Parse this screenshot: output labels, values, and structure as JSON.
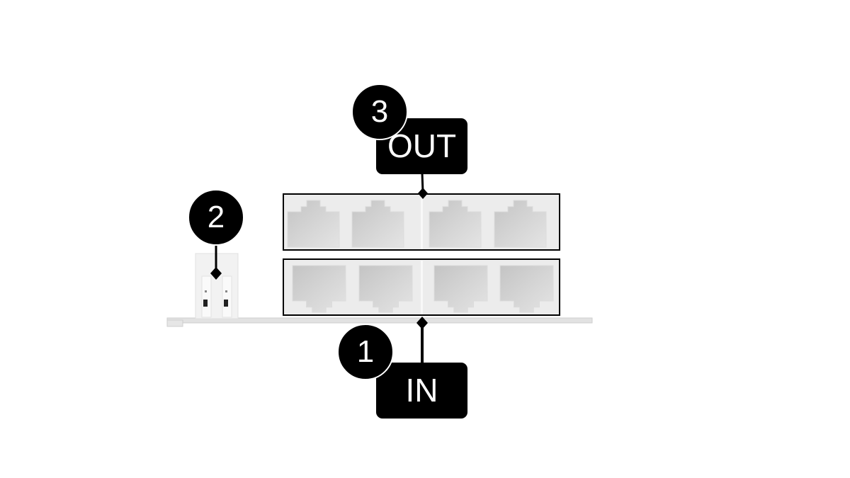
{
  "callouts": {
    "out": {
      "number": "3",
      "label": "OUT"
    },
    "terminal": {
      "number": "2"
    },
    "in": {
      "number": "1",
      "label": "IN"
    }
  },
  "colors": {
    "callout_fill": "#000000",
    "callout_text": "#ffffff",
    "port_fill": "#d2d2d2",
    "housing": "#ececec",
    "outline": "#000000"
  },
  "ports": {
    "top_row_count": 4,
    "bottom_row_count": 4
  }
}
